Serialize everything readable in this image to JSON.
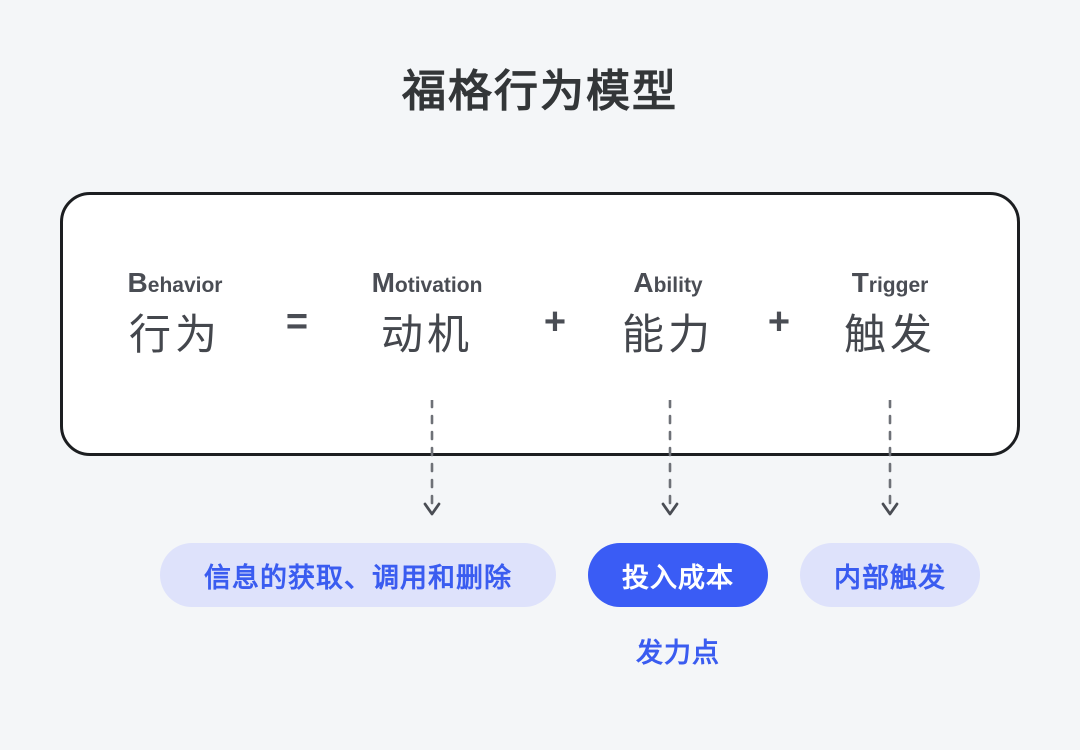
{
  "page": {
    "title": "福格行为模型",
    "background_color": "#f4f6f8",
    "title_color": "#333638"
  },
  "formula": {
    "terms": [
      {
        "english_initial": "B",
        "english_rest": "ehavior",
        "chinese": "行为"
      },
      {
        "english_initial": "M",
        "english_rest": "otivation",
        "chinese": "动机"
      },
      {
        "english_initial": "A",
        "english_rest": "bility",
        "chinese": "能力"
      },
      {
        "english_initial": "T",
        "english_rest": "rigger",
        "chinese": "触发"
      }
    ],
    "operators": {
      "equals": "=",
      "plus_1": "+",
      "plus_2": "+"
    },
    "card_border_color": "#1c1e21",
    "card_fill_color": "#ffffff"
  },
  "connectors": {
    "stroke_color": "#6e7177",
    "style": "dashed",
    "arrows": [
      {
        "from": "动机",
        "to": "信息的获取、调用和删除"
      },
      {
        "from": "能力",
        "to": "投入成本"
      },
      {
        "from": "触发",
        "to": "内部触发"
      }
    ]
  },
  "outcomes": {
    "pills": [
      {
        "label": "信息的获取、调用和删除",
        "emphasis": "soft",
        "bg": "#dee2fb",
        "fg": "#3a5cf0"
      },
      {
        "label": "投入成本",
        "emphasis": "solid",
        "bg": "#3a5cf5",
        "fg": "#ffffff"
      },
      {
        "label": "内部触发",
        "emphasis": "soft",
        "bg": "#dee2fb",
        "fg": "#3a5cf0"
      }
    ],
    "focus_caption": "发力点",
    "focus_caption_color": "#3a5cf0"
  }
}
